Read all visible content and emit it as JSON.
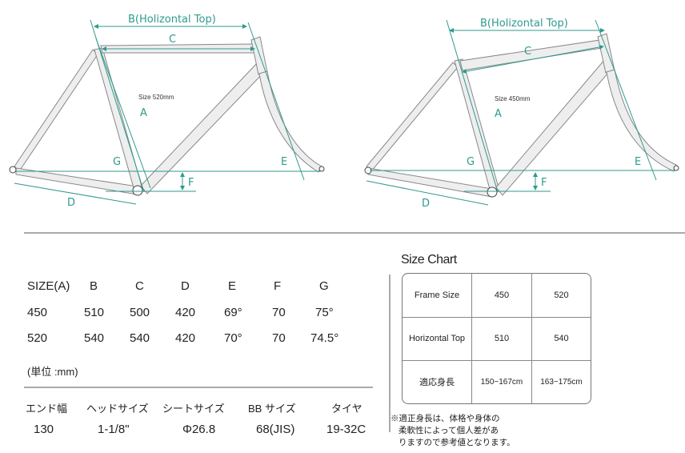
{
  "diagram": {
    "left": {
      "size_label": "Size 520mm",
      "b_label": "B(Holizontal Top)",
      "c": "C",
      "a": "A",
      "d": "D",
      "e": "E",
      "f": "F",
      "g": "G"
    },
    "right": {
      "size_label": "Size 450mm",
      "b_label": "B(Holizontal Top)",
      "c": "C",
      "a": "A",
      "d": "D",
      "e": "E",
      "f": "F",
      "g": "G"
    },
    "accent": "#2f9a8d"
  },
  "geometry": {
    "headers": [
      "SIZE(A)",
      "B",
      "C",
      "D",
      "E",
      "F",
      "G"
    ],
    "rows": [
      [
        "450",
        "510",
        "500",
        "420",
        "69°",
        "70",
        "75°"
      ],
      [
        "520",
        "540",
        "540",
        "420",
        "70°",
        "70",
        "74.5°"
      ]
    ],
    "unit": "(単位 :mm)"
  },
  "parts": {
    "headers": [
      "エンド幅",
      "ヘッドサイズ",
      "シートサイズ",
      "BB サイズ",
      "タイヤ"
    ],
    "values": [
      "130",
      "1-1/8\"",
      "Φ26.8",
      "68(JIS)",
      "19-32C"
    ]
  },
  "size_chart": {
    "title": "Size Chart",
    "rows": [
      [
        "Frame Size",
        "450",
        "520"
      ],
      [
        "Horizontal Top",
        "510",
        "540"
      ],
      [
        "適応身長",
        "150~167cm",
        "163~175cm"
      ]
    ],
    "note": [
      "※適正身長は、体格や身体の",
      "柔軟性によって個人差があ",
      "りますので参考値となります。"
    ]
  }
}
